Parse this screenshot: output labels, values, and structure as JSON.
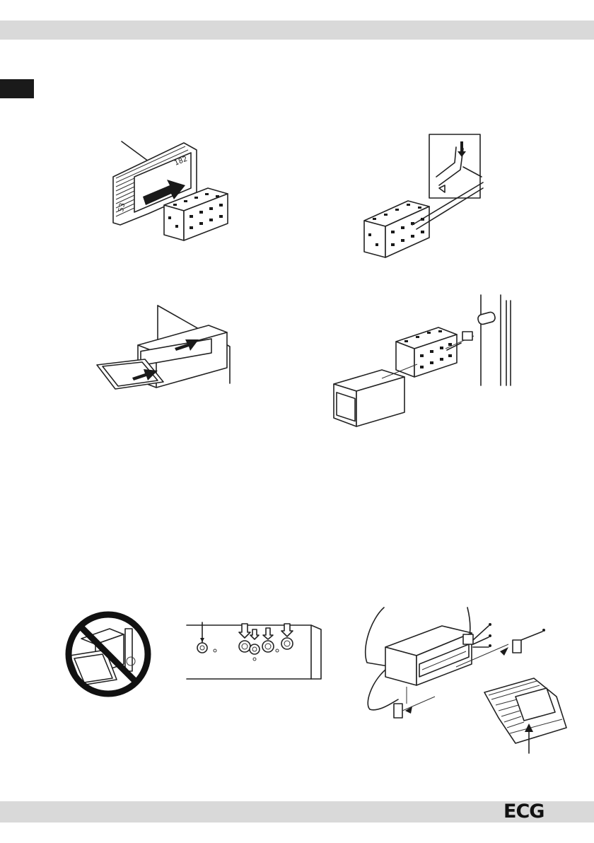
{
  "header": {
    "language_tab": ""
  },
  "figures": {
    "fig1": {
      "dim_width": "182",
      "dim_height": "53"
    },
    "fig2": {},
    "fig3": {},
    "fig4": {},
    "fig5": {},
    "fig6": {},
    "fig7": {}
  },
  "footer": {
    "brand": "ECG"
  }
}
